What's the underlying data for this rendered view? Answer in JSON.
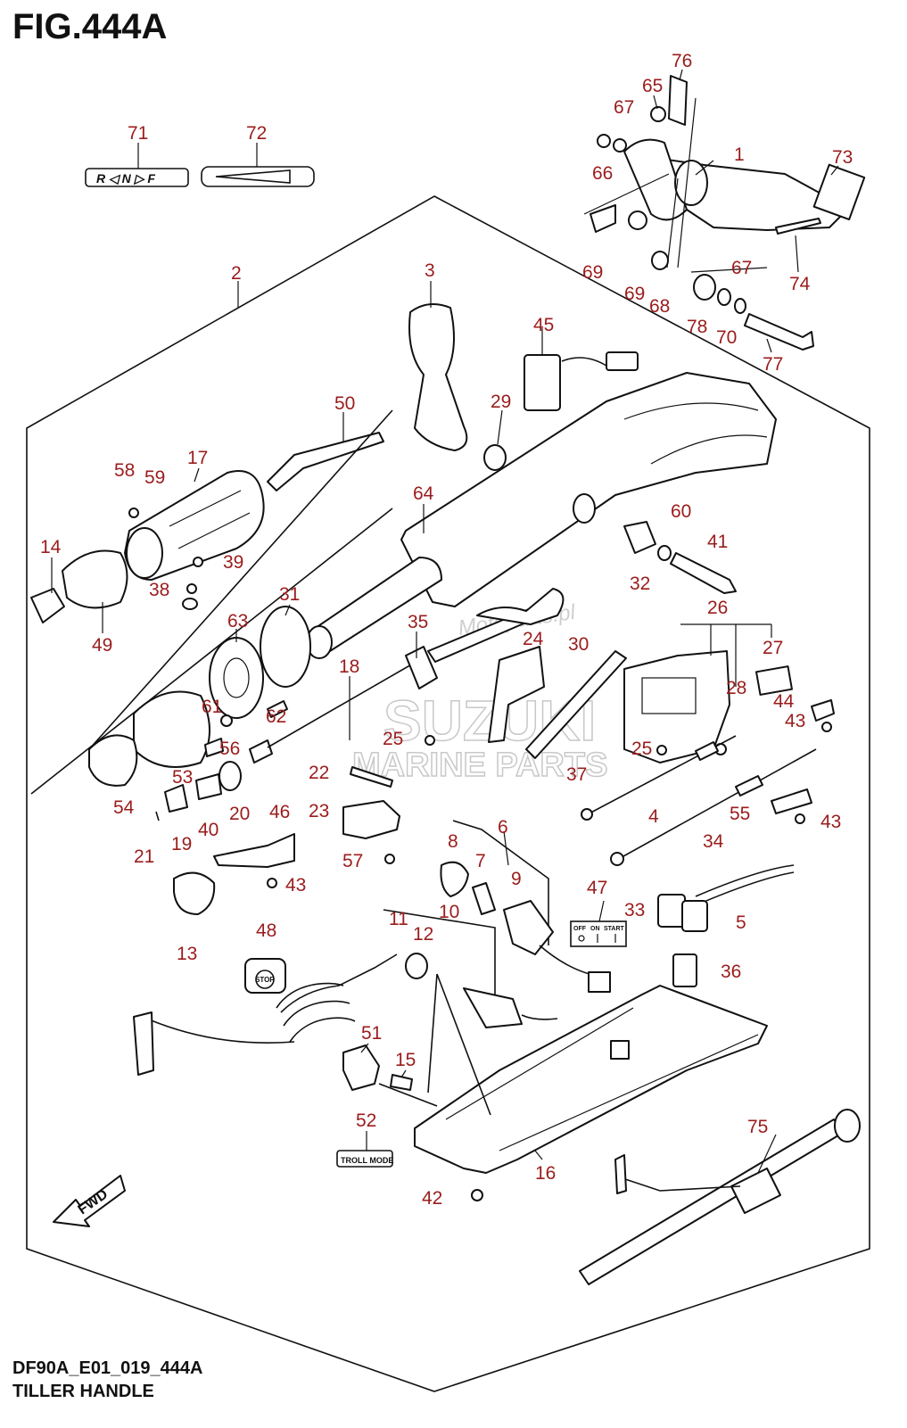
{
  "figure": {
    "title": "FIG.444A",
    "code": "DF90A_E01_019_444A",
    "name": "TILLER HANDLE"
  },
  "labels": {
    "shift_decal": "R ◁ N ▷ F",
    "troll_mode": "TROLL MODE",
    "stop": "STOP",
    "off": "OFF",
    "on": "ON",
    "start": "START",
    "fwd": "FWD",
    "watermark_brand": "SUZUKI",
    "watermark_sub": "MARINE PARTS",
    "watermark_site": "Motoparts.pl"
  },
  "callouts": [
    {
      "id": "c71",
      "num": "71"
    },
    {
      "id": "c72",
      "num": "72"
    },
    {
      "id": "c76",
      "num": "76"
    },
    {
      "id": "c65",
      "num": "65"
    },
    {
      "id": "c67a",
      "num": "67"
    },
    {
      "id": "c66",
      "num": "66"
    },
    {
      "id": "c1",
      "num": "1"
    },
    {
      "id": "c73",
      "num": "73"
    },
    {
      "id": "c69a",
      "num": "69"
    },
    {
      "id": "c69b",
      "num": "69"
    },
    {
      "id": "c68",
      "num": "68"
    },
    {
      "id": "c67b",
      "num": "67"
    },
    {
      "id": "c74",
      "num": "74"
    },
    {
      "id": "c78",
      "num": "78"
    },
    {
      "id": "c70",
      "num": "70"
    },
    {
      "id": "c77",
      "num": "77"
    },
    {
      "id": "c2",
      "num": "2"
    },
    {
      "id": "c3",
      "num": "3"
    },
    {
      "id": "c45",
      "num": "45"
    },
    {
      "id": "c50",
      "num": "50"
    },
    {
      "id": "c29",
      "num": "29"
    },
    {
      "id": "c17",
      "num": "17"
    },
    {
      "id": "c58",
      "num": "58"
    },
    {
      "id": "c59",
      "num": "59"
    },
    {
      "id": "c64",
      "num": "64"
    },
    {
      "id": "c60",
      "num": "60"
    },
    {
      "id": "c41",
      "num": "41"
    },
    {
      "id": "c14",
      "num": "14"
    },
    {
      "id": "c39",
      "num": "39"
    },
    {
      "id": "c38",
      "num": "38"
    },
    {
      "id": "c32",
      "num": "32"
    },
    {
      "id": "c31",
      "num": "31"
    },
    {
      "id": "c26",
      "num": "26"
    },
    {
      "id": "c49",
      "num": "49"
    },
    {
      "id": "c63",
      "num": "63"
    },
    {
      "id": "c35",
      "num": "35"
    },
    {
      "id": "c24",
      "num": "24"
    },
    {
      "id": "c30",
      "num": "30"
    },
    {
      "id": "c27",
      "num": "27"
    },
    {
      "id": "c18",
      "num": "18"
    },
    {
      "id": "c28",
      "num": "28"
    },
    {
      "id": "c44",
      "num": "44"
    },
    {
      "id": "c61",
      "num": "61"
    },
    {
      "id": "c62",
      "num": "62"
    },
    {
      "id": "c43a",
      "num": "43"
    },
    {
      "id": "c56",
      "num": "56"
    },
    {
      "id": "c25a",
      "num": "25"
    },
    {
      "id": "c25b",
      "num": "25"
    },
    {
      "id": "c53",
      "num": "53"
    },
    {
      "id": "c22",
      "num": "22"
    },
    {
      "id": "c37",
      "num": "37"
    },
    {
      "id": "c54",
      "num": "54"
    },
    {
      "id": "c40",
      "num": "40"
    },
    {
      "id": "c20",
      "num": "20"
    },
    {
      "id": "c23",
      "num": "23"
    },
    {
      "id": "c4",
      "num": "4"
    },
    {
      "id": "c55",
      "num": "55"
    },
    {
      "id": "c43b",
      "num": "43"
    },
    {
      "id": "c6",
      "num": "6"
    },
    {
      "id": "c46",
      "num": "46"
    },
    {
      "id": "c21",
      "num": "21"
    },
    {
      "id": "c19",
      "num": "19"
    },
    {
      "id": "c8",
      "num": "8"
    },
    {
      "id": "c34",
      "num": "34"
    },
    {
      "id": "c57",
      "num": "57"
    },
    {
      "id": "c7",
      "num": "7"
    },
    {
      "id": "c9",
      "num": "9"
    },
    {
      "id": "c43c",
      "num": "43"
    },
    {
      "id": "c47",
      "num": "47"
    },
    {
      "id": "c33",
      "num": "33"
    },
    {
      "id": "c10",
      "num": "10"
    },
    {
      "id": "c5",
      "num": "5"
    },
    {
      "id": "c11",
      "num": "11"
    },
    {
      "id": "c12",
      "num": "12"
    },
    {
      "id": "c48",
      "num": "48"
    },
    {
      "id": "c13",
      "num": "13"
    },
    {
      "id": "c36",
      "num": "36"
    },
    {
      "id": "c51",
      "num": "51"
    },
    {
      "id": "c15",
      "num": "15"
    },
    {
      "id": "c52",
      "num": "52"
    },
    {
      "id": "c16",
      "num": "16"
    },
    {
      "id": "c75",
      "num": "75"
    },
    {
      "id": "c42",
      "num": "42"
    }
  ]
}
